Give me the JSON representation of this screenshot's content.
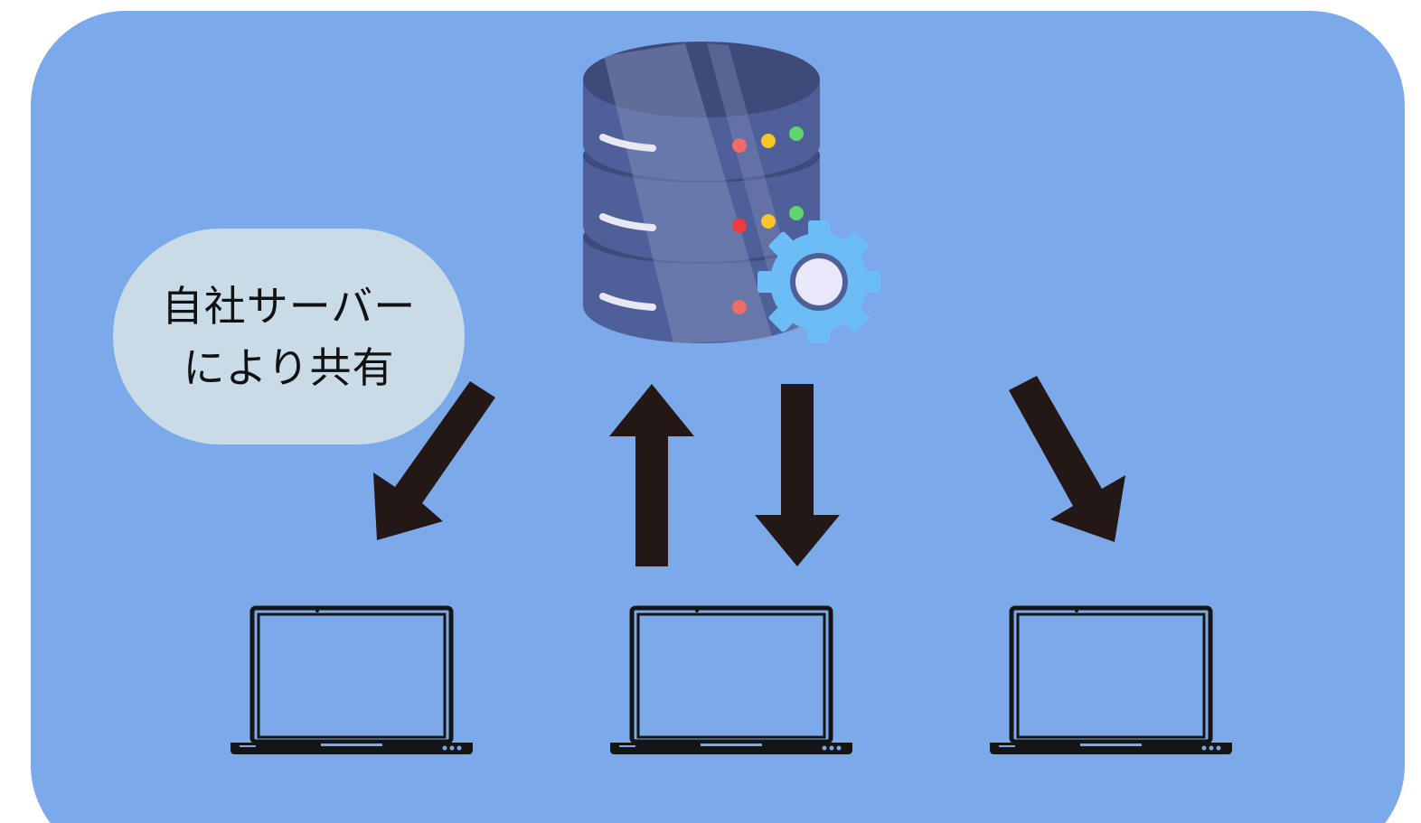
{
  "colors": {
    "panel": "#7ba9ea",
    "bubble": "#c8dbe6",
    "arrow": "#231815",
    "laptop": "#151515",
    "db_body": "#4f5f99",
    "db_top": "#5b6ba3",
    "db_shine": "#8a96c2",
    "led_red": "#ef6b66",
    "led_yellow": "#f7c52b",
    "led_green": "#5fd46f",
    "gear": "#6cbcf5",
    "gear_ring": "#4f5f99",
    "gear_center": "#e8e8fa"
  },
  "icons": {
    "server": "database-server-icon",
    "gear": "gear-icon",
    "laptop": "laptop-icon",
    "arrow": "arrow-icon"
  },
  "bubble": {
    "lines": [
      "自社サーバー",
      "により共有"
    ]
  },
  "laptops": [
    {
      "name": "laptop-left"
    },
    {
      "name": "laptop-center"
    },
    {
      "name": "laptop-right"
    }
  ],
  "arrows": [
    {
      "name": "arrow-to-left-laptop",
      "direction": "down-left"
    },
    {
      "name": "arrow-up-to-server",
      "direction": "up"
    },
    {
      "name": "arrow-down-to-center-laptop",
      "direction": "down"
    },
    {
      "name": "arrow-to-right-laptop",
      "direction": "down-right"
    }
  ]
}
